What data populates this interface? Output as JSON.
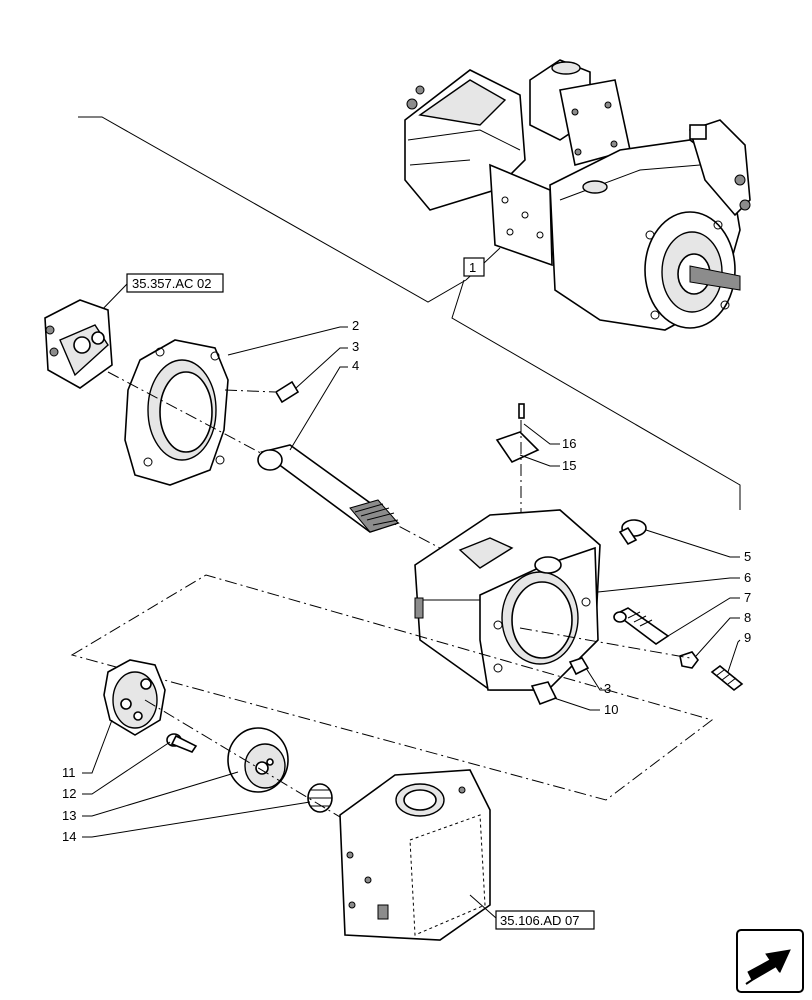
{
  "references": {
    "top_left": "35.357.AC 02",
    "bottom": "35.106.AD 07"
  },
  "callouts": {
    "c1": "1",
    "c2": "2",
    "c3a": "3",
    "c3b": "3",
    "c4": "4",
    "c5": "5",
    "c6": "6",
    "c7": "7",
    "c8": "8",
    "c9": "9",
    "c10": "10",
    "c11": "11",
    "c12": "12",
    "c13": "13",
    "c14": "14",
    "c15": "15",
    "c16": "16"
  },
  "icons": {
    "corner": "next-page-arrow-icon"
  }
}
